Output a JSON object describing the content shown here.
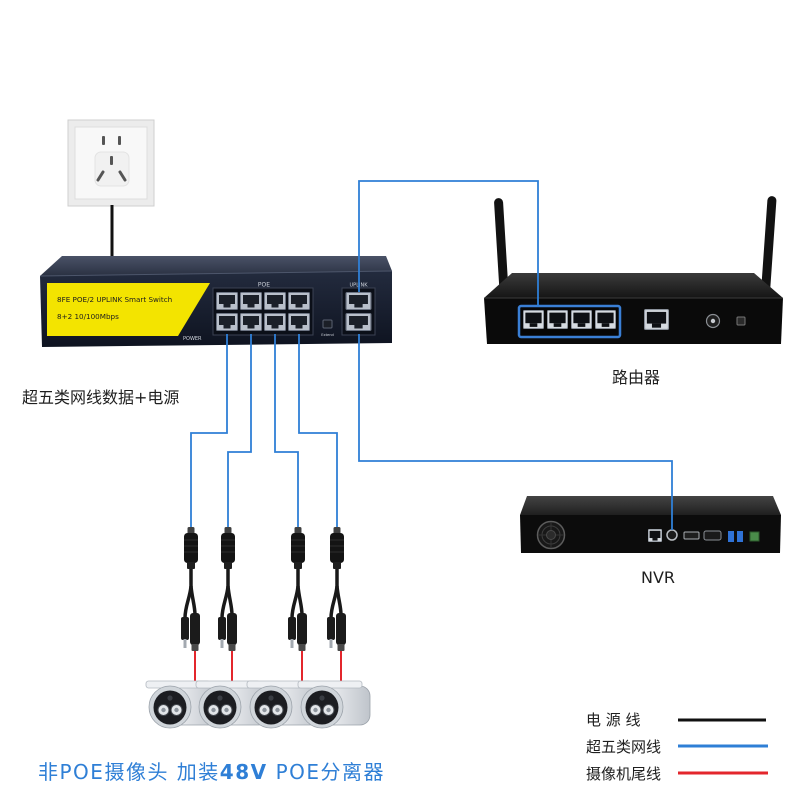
{
  "switch": {
    "model_line1": "8FE POE/2 UPLINK Smart Switch",
    "model_line2": "8+2 10/100Mbps",
    "poe_label": "POE",
    "uplink_label": "UPLINK",
    "power_label": "POWER",
    "extend_label": "Extend",
    "panel_color": "#f3e400"
  },
  "cable_label": "超五类网线数据+电源",
  "router": {
    "label": "路由器",
    "port_highlight_color": "#3a7fd5"
  },
  "nvr": {
    "label": "NVR"
  },
  "legend": [
    {
      "label": "电 源 线",
      "color": "#111111"
    },
    {
      "label": "超五类网线",
      "color": "#2f7fd6"
    },
    {
      "label": "摄像机尾线",
      "color": "#e3262c"
    }
  ],
  "caption": {
    "prefix": "非POE摄像头 加装",
    "highlight": "48V",
    "suffix": "POE分离器",
    "color": "#2f7fd6"
  }
}
